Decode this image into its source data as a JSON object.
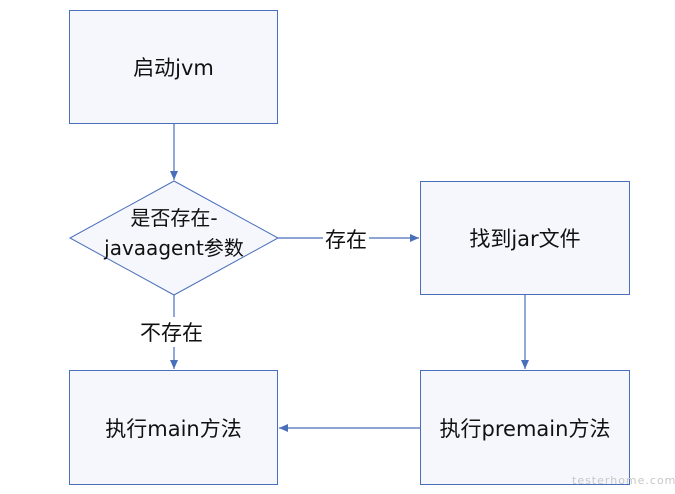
{
  "nodes": {
    "start_jvm": "启动jvm",
    "check_agent_line1": "是否存在-",
    "check_agent_line2": "javaagent参数",
    "find_jar": "找到jar文件",
    "run_premain": "执行premain方法",
    "run_main": "执行main方法"
  },
  "edges": {
    "exists": "存在",
    "not_exists": "不存在"
  },
  "watermark": "testerhome.com",
  "colors": {
    "stroke": "#4a6fba",
    "fill": "#f5f7fd"
  }
}
